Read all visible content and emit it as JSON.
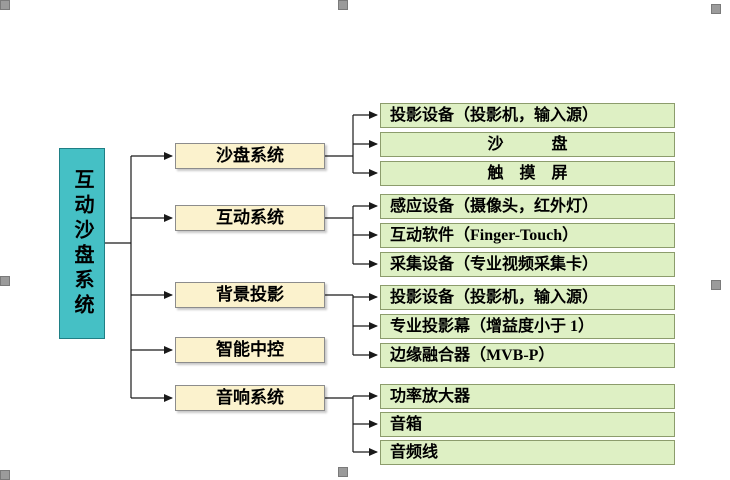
{
  "diagram": {
    "root": {
      "label": "互动沙盘系统"
    },
    "branches": [
      {
        "label": "沙盘系统",
        "children": [
          "投影设备（投影机，输入源）",
          "沙　　　盘",
          "触　摸　屏"
        ]
      },
      {
        "label": "互动系统",
        "children": [
          "感应设备（摄像头，红外灯）",
          "互动软件（Finger-Touch）",
          "采集设备（专业视频采集卡）"
        ]
      },
      {
        "label": "背景投影",
        "children": [
          "投影设备（投影机，输入源）",
          "专业投影幕（增益度小于 1）",
          "边缘融合器（MVB-P）"
        ]
      },
      {
        "label": "智能中控",
        "children": []
      },
      {
        "label": "音响系统",
        "children": [
          "功率放大器",
          "音箱",
          "音频线"
        ]
      }
    ]
  },
  "colors": {
    "root_fill": "#45c0c5",
    "root_border": "#1f7f85",
    "branch_fill": "#fbf2cd",
    "leaf_fill": "#def0c4",
    "connector_line": "#1a1a1a",
    "selection_handle": "#9b9b9b"
  }
}
